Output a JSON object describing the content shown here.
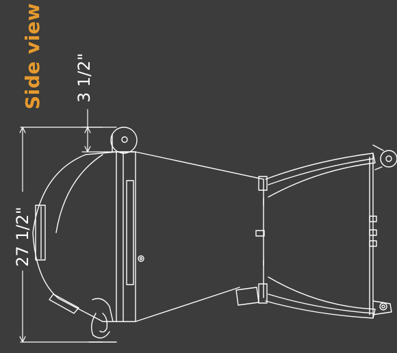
{
  "title": "Side view",
  "dimensions": {
    "small": "3 1/2\"",
    "large": "27 1/2\""
  },
  "colors": {
    "background": "#3b3c3b",
    "accent": "#e69a2e",
    "line": "#ffffff"
  }
}
